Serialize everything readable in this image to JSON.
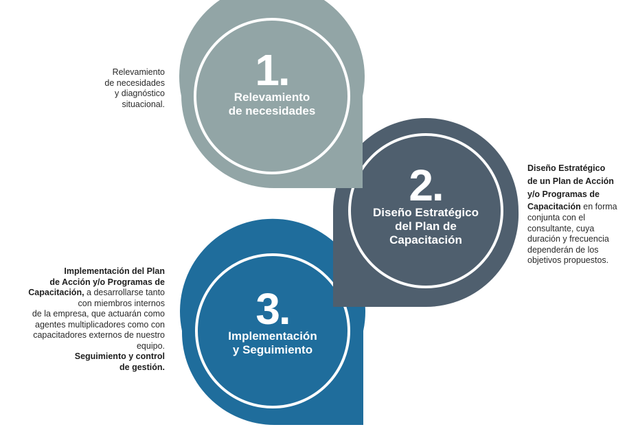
{
  "colors": {
    "step1": "#92a5a6",
    "step2": "#4f5f6e",
    "step3": "#1f6d9c",
    "ring": "#ffffff",
    "text_dark": "#2a2a2a"
  },
  "steps": [
    {
      "number": "1.",
      "title_line1": "Relevamiento",
      "title_line2": "de necesidades",
      "title_line3": "",
      "description": {
        "lines": [
          "Relevamiento",
          "de necesidades",
          "y diagnóstico",
          "situacional."
        ]
      }
    },
    {
      "number": "2.",
      "title_line1": "Diseño Estratégico",
      "title_line2": "del Plan de",
      "title_line3": "Capacitación",
      "description": {
        "bold_lines": [
          "Diseño Estratégico",
          "de un Plan de Acción",
          "y/o Programas de",
          "Capacitación"
        ],
        "bold_tail_text": " en forma",
        "lines": [
          "conjunta con el",
          "consultante, cuya",
          "duración y frecuencia",
          "dependerán de los",
          "objetivos propuestos."
        ]
      }
    },
    {
      "number": "3.",
      "title_line1": "Implementación",
      "title_line2": "y Seguimiento",
      "title_line3": "",
      "description": {
        "bold_lines": [
          "Implementación del Plan",
          "de Acción y/o Programas de",
          "Capacitación,"
        ],
        "bold_tail_text": " a desarrollarse tanto",
        "lines": [
          "con miembros internos",
          "de la empresa, que actuarán como",
          "agentes  multiplicadores como con",
          "capacitadores externos de nuestro",
          "equipo."
        ],
        "closing_bold_lines": [
          "Seguimiento y control",
          "de gestión."
        ]
      }
    }
  ]
}
